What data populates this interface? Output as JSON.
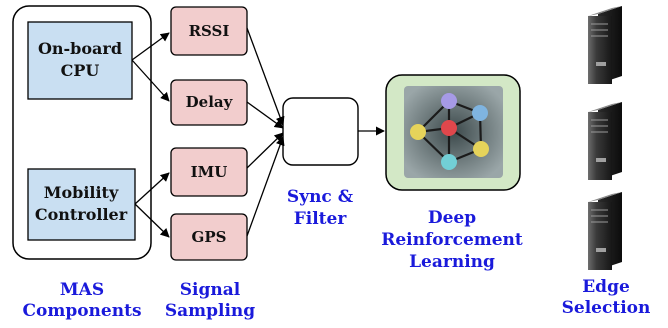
{
  "components": {
    "cpu": [
      "On-board",
      "CPU"
    ],
    "mobility": [
      "Mobility",
      "Controller"
    ]
  },
  "signals": {
    "rssi": "RSSI",
    "delay": "Delay",
    "imu": "IMU",
    "gps": "GPS"
  },
  "captions": {
    "mas": [
      "MAS",
      "Components"
    ],
    "sampling": [
      "Signal",
      "Sampling"
    ],
    "sync": [
      "Sync &",
      "Filter"
    ],
    "drl": [
      "Deep",
      "Reinforcement",
      "Learning"
    ],
    "edge": [
      "Edge",
      "Selection"
    ]
  },
  "colors": {
    "component_fill": "#c9dff2",
    "signal_fill": "#f2cdcd",
    "drl_fill": "#d3e8c6",
    "caption_text": "#1a1adb"
  },
  "icons": {
    "servers": [
      "server-icon",
      "server-icon",
      "server-icon"
    ],
    "network": "neural-network-icon"
  }
}
